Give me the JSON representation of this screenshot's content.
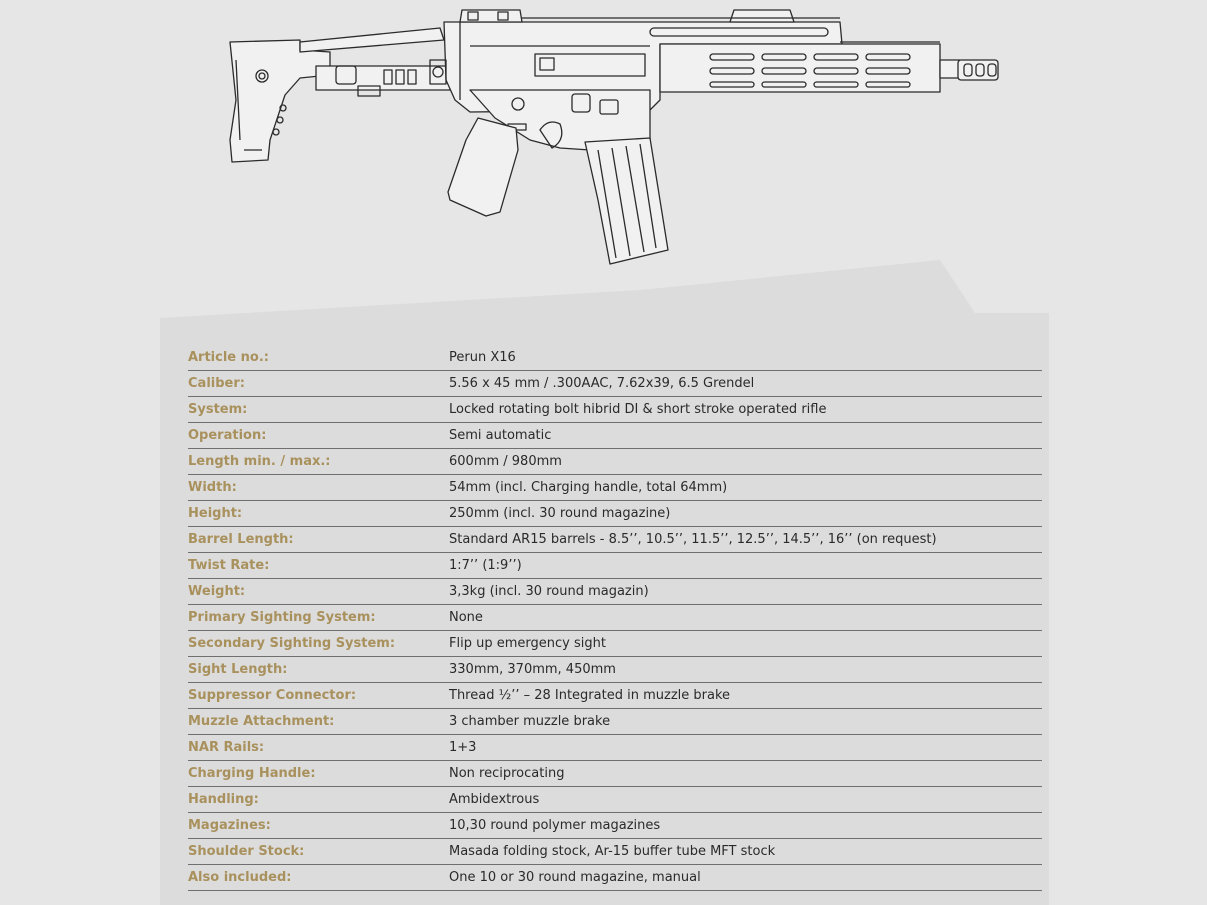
{
  "specs": [
    {
      "label": "Article  no.:",
      "value": "Perun  X16"
    },
    {
      "label": "Caliber:",
      "value": "5.56 x 45 mm / .300AAC, 7.62x39, 6.5 Grendel"
    },
    {
      "label": "System:",
      "value": "Locked rotating bolt hibrid DI & short stroke operated rifle"
    },
    {
      "label": "Operation:",
      "value": "Semi automatic"
    },
    {
      "label": "Length min. / max.:",
      "value": "600mm / 980mm"
    },
    {
      "label": "Width:",
      "value": "54mm (incl. Charging handle, total 64mm)"
    },
    {
      "label": "Height:",
      "value": "250mm (incl. 30 round magazine)"
    },
    {
      "label": "Barrel Length:",
      "value": "Standard AR15 barrels - 8.5’’, 10.5’’, 11.5’’, 12.5’’, 14.5’’, 16’’  (on request)"
    },
    {
      "label": "Twist Rate:",
      "value": "1:7’’ (1:9’’)"
    },
    {
      "label": "Weight:",
      "value": "3,3kg (incl. 30 round magazin)"
    },
    {
      "label": "Primary Sighting System:",
      "value": "None"
    },
    {
      "label": "Secondary Sighting System:",
      "value": "Flip up emergency sight"
    },
    {
      "label": "Sight Length:",
      "value": "330mm, 370mm, 450mm"
    },
    {
      "label": "Suppressor Connector:",
      "value": "Thread ½’’ – 28 Integrated in muzzle brake"
    },
    {
      "label": "Muzzle Attachment:",
      "value": "3 chamber muzzle brake"
    },
    {
      "label": "NAR Rails:",
      "value": "1+3"
    },
    {
      "label": "Charging Handle:",
      "value": "Non reciprocating"
    },
    {
      "label": "Handling:",
      "value": "Ambidextrous"
    },
    {
      "label": "Magazines:",
      "value": "10,30 round polymer magazines"
    },
    {
      "label": "Shoulder Stock:",
      "value": "Masada folding stock, Ar-15 buffer tube MFT stock"
    },
    {
      "label": "Also included:",
      "value": "One 10 or 30 round magazine, manual"
    }
  ],
  "colors": {
    "label": "#a9915d",
    "value": "#2a2a2a",
    "panel": "#dedede",
    "background": "#e6e6e6"
  }
}
